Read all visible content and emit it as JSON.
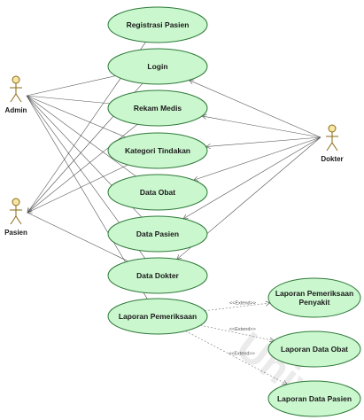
{
  "actors": [
    {
      "id": "admin",
      "name": "Admin"
    },
    {
      "id": "pasien",
      "name": "Pasien"
    },
    {
      "id": "dokter",
      "name": "Dokter"
    }
  ],
  "use_cases": [
    {
      "id": "registrasi-pasien",
      "label": "Registrasi Pasien"
    },
    {
      "id": "login",
      "label": "Login"
    },
    {
      "id": "rekam-medis",
      "label": "Rekam Medis"
    },
    {
      "id": "kategori-tindakan",
      "label": "Kategori Tindakan"
    },
    {
      "id": "data-obat",
      "label": "Data Obat"
    },
    {
      "id": "data-pasien",
      "label": "Data Pasien"
    },
    {
      "id": "data-dokter",
      "label": "Data Dokter"
    },
    {
      "id": "laporan-pemeriksaan",
      "label": "Laporan Pemeriksaan"
    },
    {
      "id": "laporan-pemeriksaan-penyakit",
      "label": "Laporan Pemeriksaan Penyakit"
    },
    {
      "id": "laporan-data-obat",
      "label": "Laporan Data Obat"
    },
    {
      "id": "laporan-data-pasien",
      "label": "Laporan Data Pasien"
    }
  ],
  "associations": [
    {
      "from": "admin",
      "to": "login"
    },
    {
      "from": "admin",
      "to": "rekam-medis"
    },
    {
      "from": "admin",
      "to": "kategori-tindakan"
    },
    {
      "from": "admin",
      "to": "data-obat"
    },
    {
      "from": "admin",
      "to": "data-pasien"
    },
    {
      "from": "admin",
      "to": "data-dokter"
    },
    {
      "from": "admin",
      "to": "laporan-pemeriksaan"
    },
    {
      "from": "registrasi-pasien",
      "to": "pasien",
      "arrow": true
    },
    {
      "from": "login",
      "to": "pasien",
      "arrow": true
    },
    {
      "from": "kategori-tindakan",
      "to": "pasien",
      "arrow": true
    },
    {
      "from": "pasien",
      "to": "rekam-medis"
    },
    {
      "from": "pasien",
      "to": "data-dokter"
    },
    {
      "from": "dokter",
      "to": "login",
      "arrow": true
    },
    {
      "from": "dokter",
      "to": "rekam-medis",
      "arrow": true
    },
    {
      "from": "dokter",
      "to": "kategori-tindakan",
      "arrow": true
    },
    {
      "from": "dokter",
      "to": "data-obat",
      "arrow": true
    },
    {
      "from": "dokter",
      "to": "data-pasien",
      "arrow": true
    },
    {
      "from": "dokter",
      "to": "data-dokter",
      "arrow": true
    }
  ],
  "extends": [
    {
      "from": "laporan-pemeriksaan",
      "to": "laporan-pemeriksaan-penyakit",
      "label": "<<Extend>>"
    },
    {
      "from": "laporan-pemeriksaan",
      "to": "laporan-data-obat",
      "label": "<<Extend>>"
    },
    {
      "from": "laporan-pemeriksaan",
      "to": "laporan-data-pasien",
      "label": "<<Extend>>"
    }
  ],
  "watermark": "Unive",
  "colors": {
    "use_case_fill": "#cbf7cf",
    "use_case_stroke": "#2f7a3a",
    "actor": "#8a6a14",
    "line": "#555555"
  }
}
